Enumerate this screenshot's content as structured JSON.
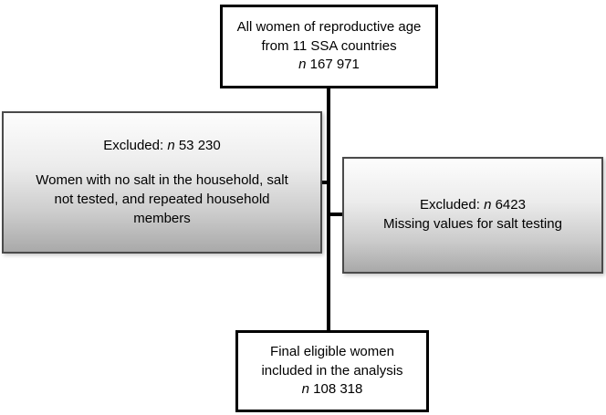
{
  "diagram": {
    "boxes": {
      "top": {
        "text": "All women of reproductive age from 11 SSA countries",
        "n": "n",
        "n_value": " 167 971"
      },
      "left": {
        "excluded_label": "Excluded: ",
        "n": "n",
        "n_value": " 53 230",
        "description": "Women with no salt in the household, salt not tested, and repeated household members"
      },
      "right": {
        "excluded_label": "Excluded: ",
        "n": "n",
        "n_value": " 6423",
        "description": "Missing values for salt testing"
      },
      "bottom": {
        "text": "Final eligible women included in the analysis",
        "n": "n",
        "n_value": " 108 318"
      }
    },
    "colors": {
      "white_box_border": "#000000",
      "gray_box_border": "#4a4a4a",
      "gray_gradient_top": "#fdfdfd",
      "gray_gradient_bottom": "#a9a9a9",
      "connector": "#000000",
      "text": "#000000"
    }
  }
}
